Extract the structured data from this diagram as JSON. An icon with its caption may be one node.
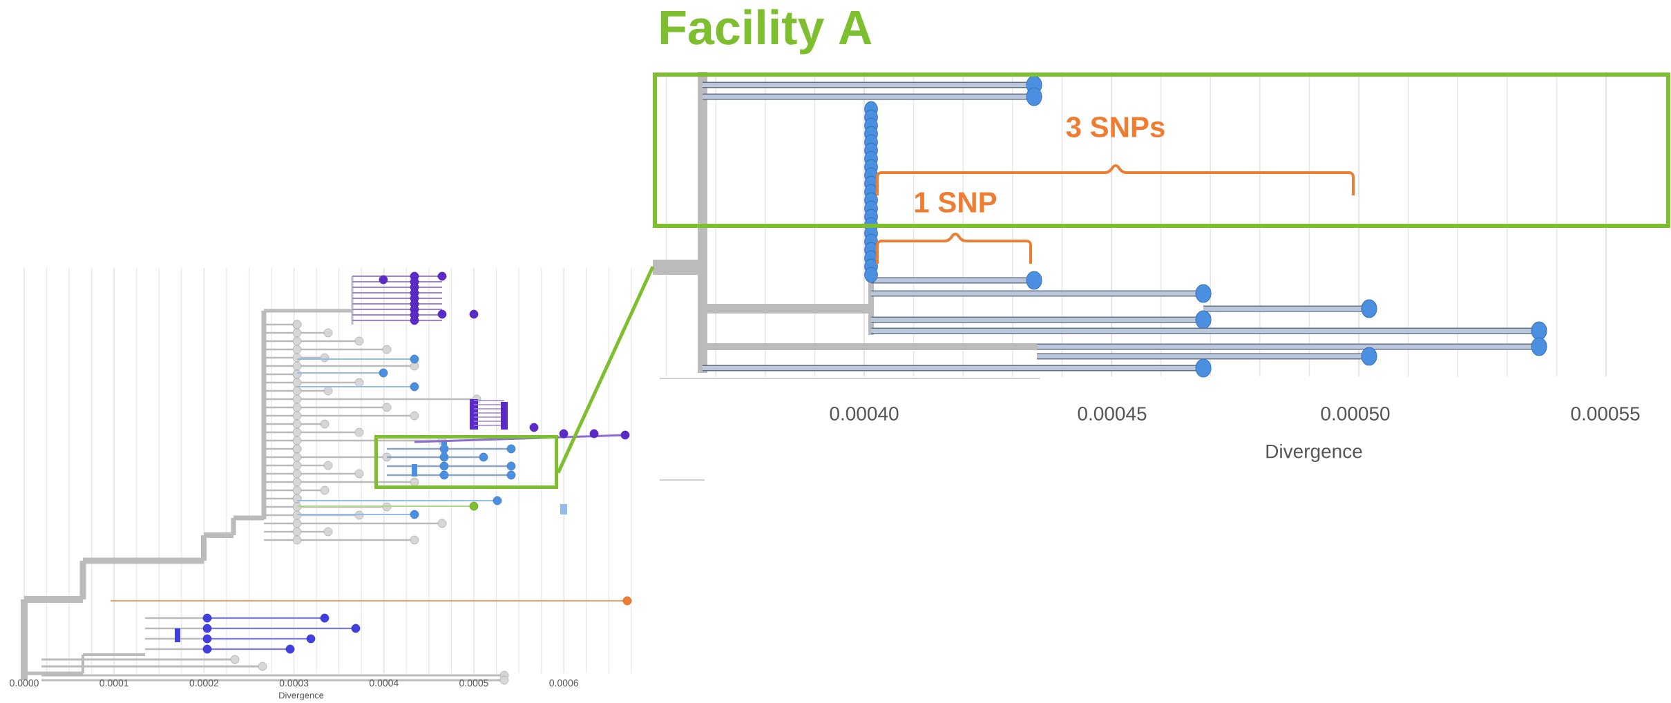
{
  "diagram": {
    "nodes": [
      {
        "text": [
          "Facility A"
        ]
      },
      {
        "text": [],
        "shape": "box"
      },
      {
        "text": [],
        "shape": "picture"
      }
    ],
    "edges": [
      {
        "from": 1,
        "to": 2,
        "arrow": "none"
      }
    ],
    "labels": [
      "3 SNPs",
      "1 SNP",
      "0.00040",
      "0.00045",
      "0.00050",
      "0.00055",
      "Divergence",
      "0.0000",
      "0.0001",
      "0.0002",
      "0.0003",
      "0.0004",
      "0.0005",
      "0.0006",
      "Divergence"
    ]
  }
}
